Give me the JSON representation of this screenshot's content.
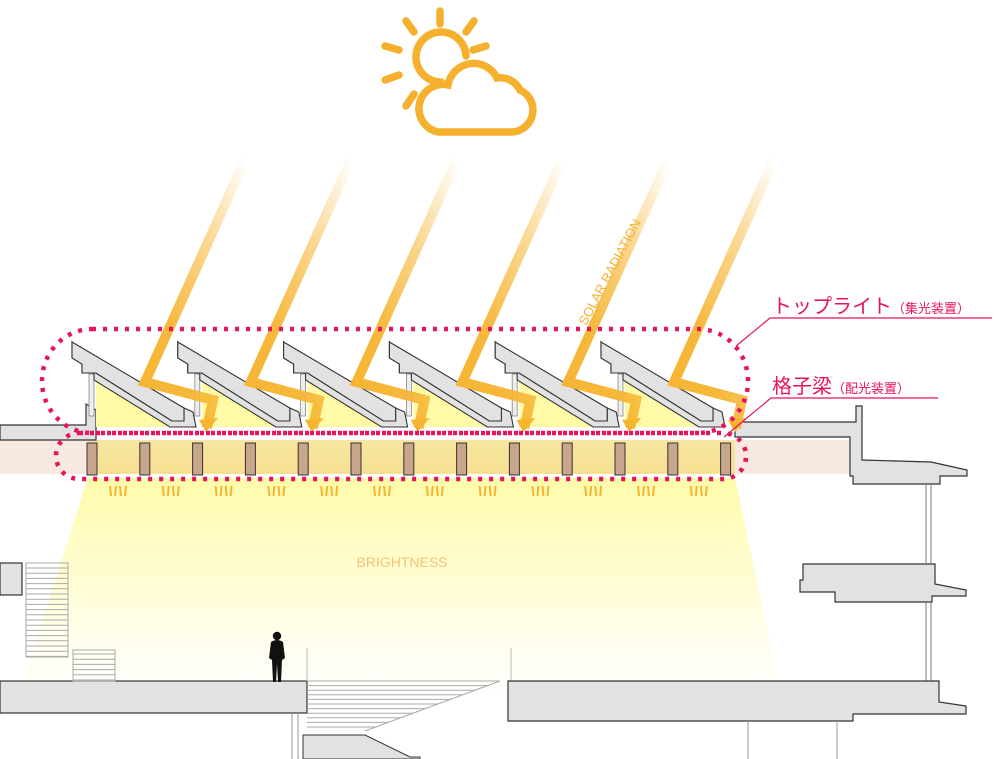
{
  "diagram": {
    "title": "Section diagram: top-light daylighting with grid beams",
    "weather_icon": "sun-behind-cloud-icon",
    "labels": {
      "solar_radiation": "SOLAR RADIATION",
      "brightness": "BRIGHTNESS",
      "toplight_main": "トップライト",
      "toplight_sub": "（集光装置）",
      "gridbeam_main": "格子梁",
      "gridbeam_sub": "（配光装置）"
    },
    "colors": {
      "sun": "#f5b12e",
      "ray": "#f6b431",
      "highlight": "#e8135e",
      "concrete": "#e2e2e2",
      "outline": "#333333",
      "beam": "#c8a68c",
      "ceiling_band": "#f7e8e0",
      "light_fill": "#fff9a8",
      "brightness_text": "#f3c27a"
    },
    "counts": {
      "skylight_modules": 6,
      "grid_beams": 13,
      "sun_rays": 6,
      "human_figures": 1
    }
  }
}
